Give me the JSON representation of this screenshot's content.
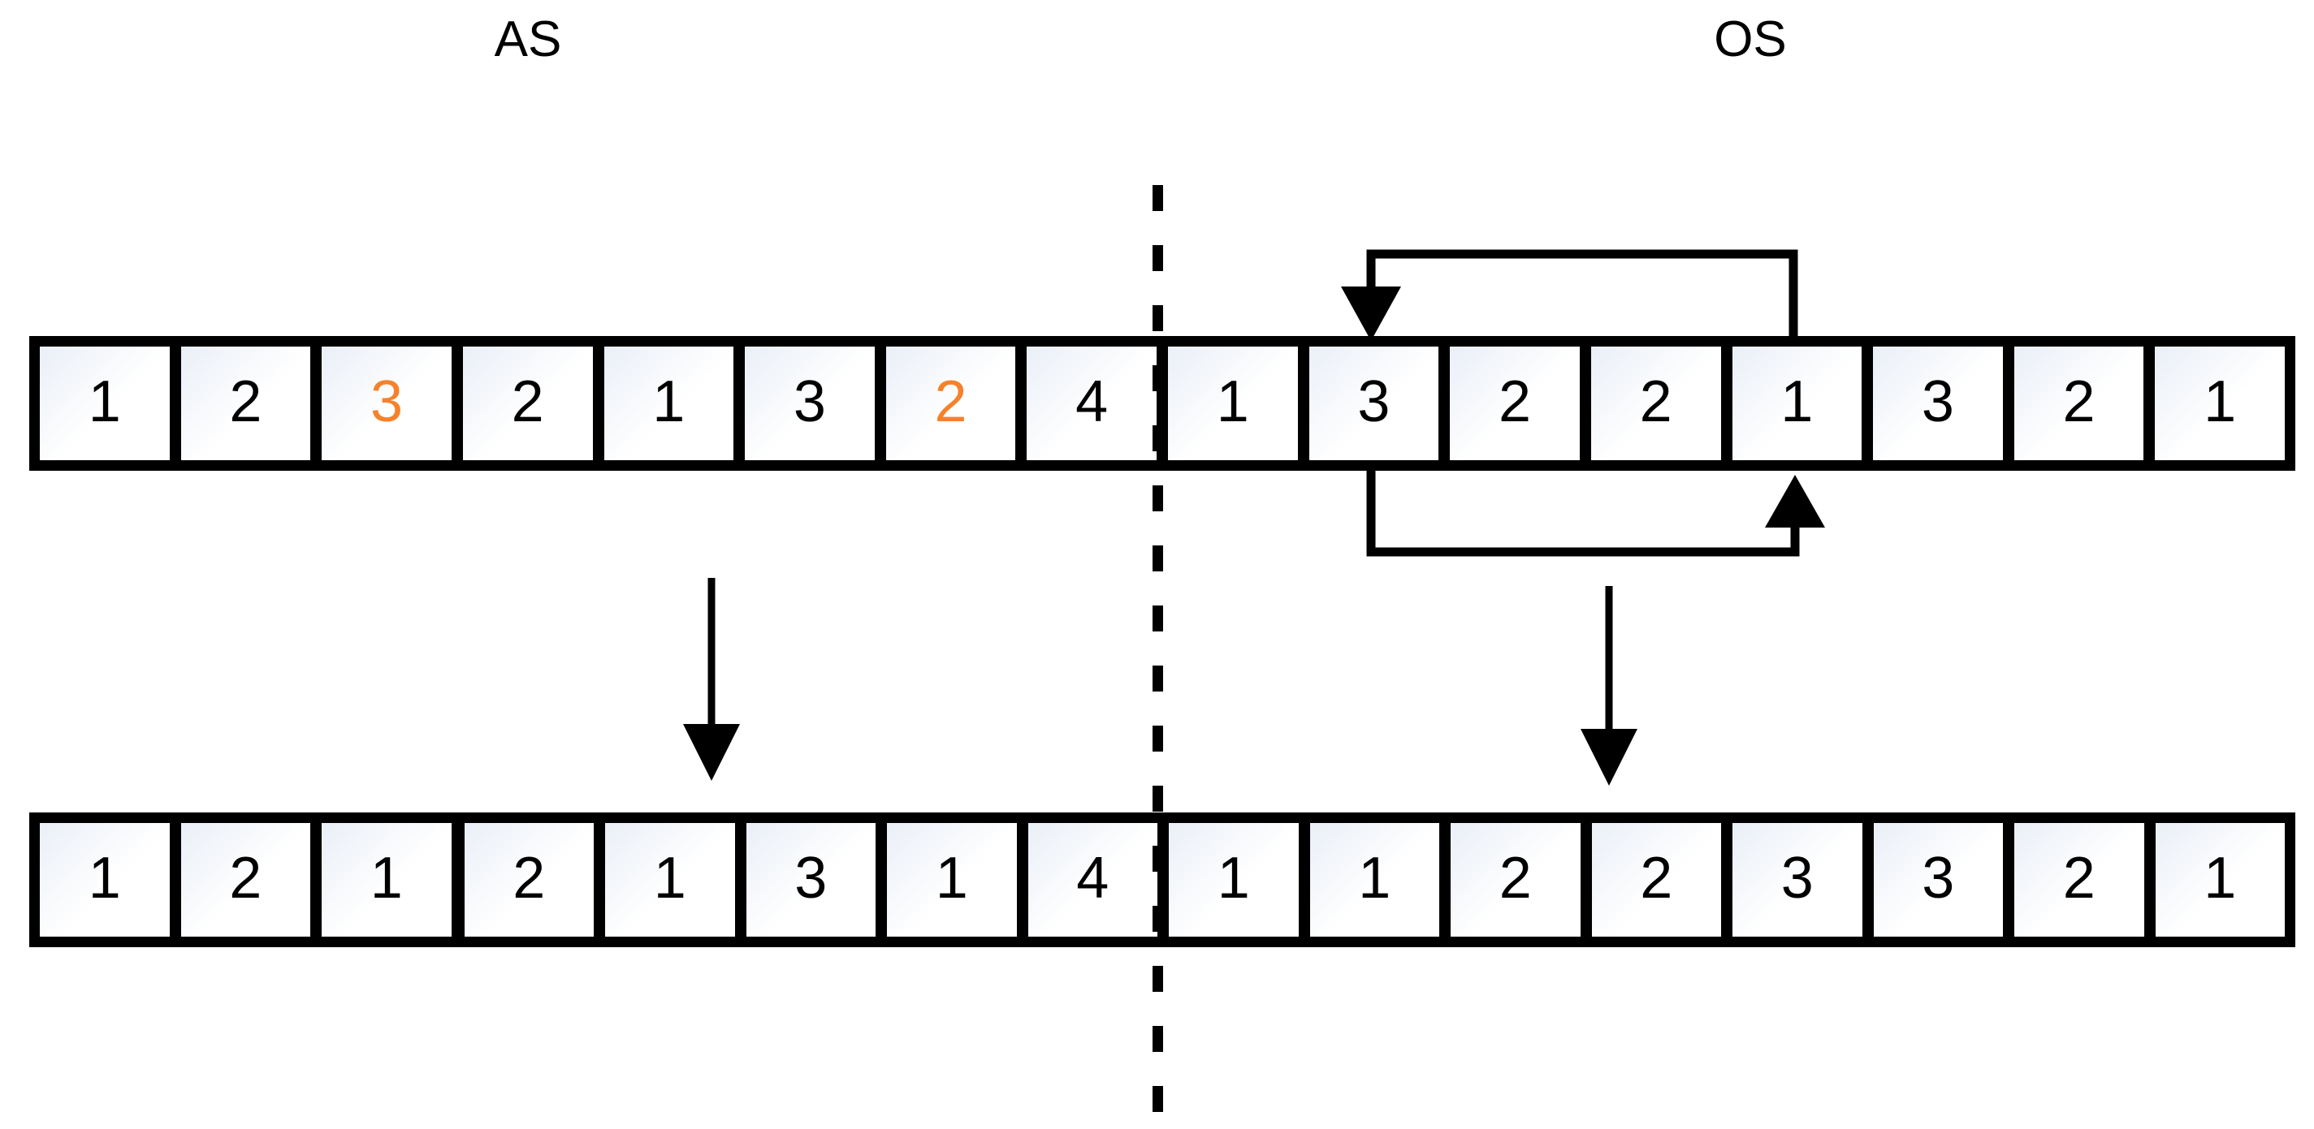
{
  "diagram": {
    "title_left": "AS",
    "title_right": "OS",
    "highlight_color": "#f5822b",
    "cell_fill": "#f2f5fa",
    "line_color": "#000000"
  },
  "labels": {
    "left": "AS",
    "right": "OS"
  },
  "rows": [
    {
      "name": "input-sequence",
      "cells": [
        {
          "value": "1",
          "highlight": false
        },
        {
          "value": "2",
          "highlight": false
        },
        {
          "value": "3",
          "highlight": true
        },
        {
          "value": "2",
          "highlight": false
        },
        {
          "value": "1",
          "highlight": false
        },
        {
          "value": "3",
          "highlight": false
        },
        {
          "value": "2",
          "highlight": true
        },
        {
          "value": "4",
          "highlight": false
        },
        {
          "value": "1",
          "highlight": false
        },
        {
          "value": "3",
          "highlight": false
        },
        {
          "value": "2",
          "highlight": false
        },
        {
          "value": "2",
          "highlight": false
        },
        {
          "value": "1",
          "highlight": false
        },
        {
          "value": "3",
          "highlight": false
        },
        {
          "value": "2",
          "highlight": false
        },
        {
          "value": "1",
          "highlight": false
        }
      ]
    },
    {
      "name": "output-sequence",
      "cells": [
        {
          "value": "1",
          "highlight": false
        },
        {
          "value": "2",
          "highlight": false
        },
        {
          "value": "1",
          "highlight": false
        },
        {
          "value": "2",
          "highlight": false
        },
        {
          "value": "1",
          "highlight": false
        },
        {
          "value": "3",
          "highlight": false
        },
        {
          "value": "1",
          "highlight": false
        },
        {
          "value": "4",
          "highlight": false
        },
        {
          "value": "1",
          "highlight": false
        },
        {
          "value": "1",
          "highlight": false
        },
        {
          "value": "2",
          "highlight": false
        },
        {
          "value": "2",
          "highlight": false
        },
        {
          "value": "3",
          "highlight": false
        },
        {
          "value": "3",
          "highlight": false
        },
        {
          "value": "2",
          "highlight": false
        },
        {
          "value": "1",
          "highlight": false
        }
      ]
    }
  ],
  "annotations": {
    "divider": {
      "name": "as-os-divider",
      "style": "dashed-vertical",
      "after_cell_index": 8
    },
    "arrows": [
      {
        "name": "swap-arrow-top",
        "from_cell_index": 13,
        "to_cell_index": 10,
        "direction": "right-to-left-above"
      },
      {
        "name": "swap-arrow-bottom",
        "from_cell_index": 10,
        "to_cell_index": 13,
        "direction": "left-to-right-below"
      },
      {
        "name": "transform-arrow-as",
        "at_cell_index": 5,
        "direction": "down"
      },
      {
        "name": "transform-arrow-os",
        "at_cell_index": 12,
        "direction": "down"
      }
    ]
  }
}
